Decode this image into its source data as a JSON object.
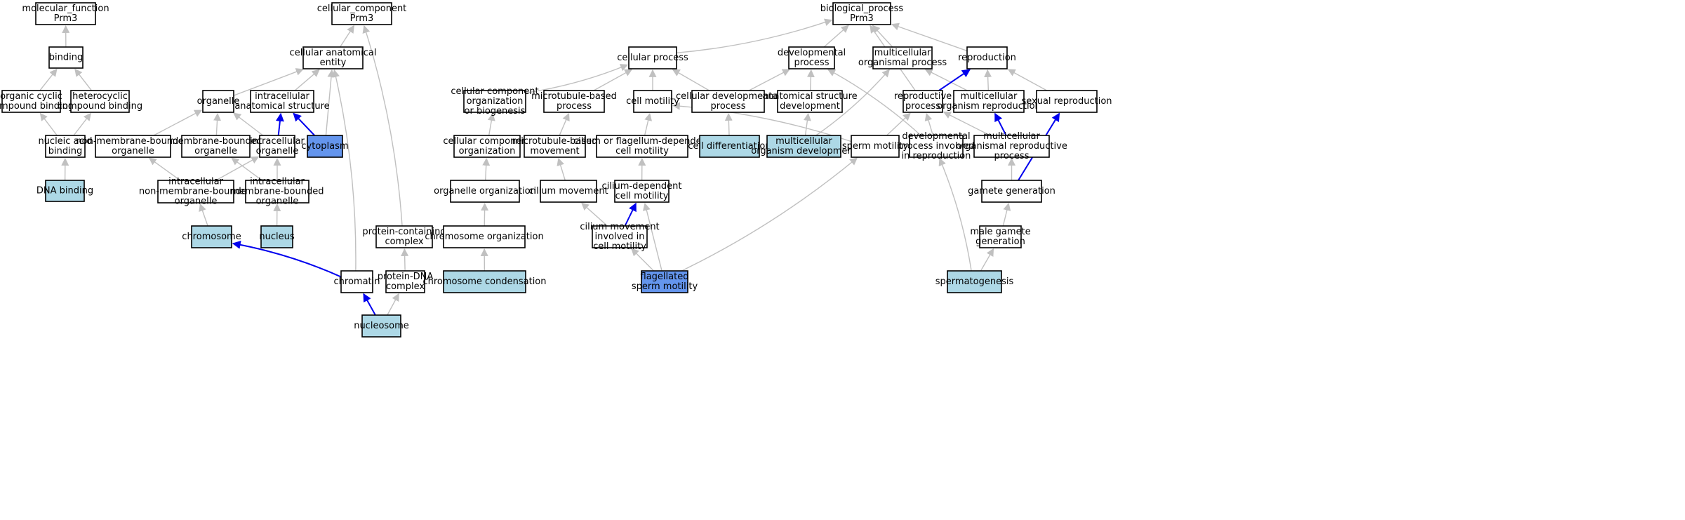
{
  "colors": {
    "plain": "#ffffff",
    "light": "#add8e6",
    "dark": "#6495ed",
    "gray_edge": "#c0c0c0",
    "blue_edge": "#0000ee"
  },
  "nodes": [
    {
      "id": "mf",
      "lines": [
        "molecular_function",
        "Prm3"
      ],
      "fill": "plain"
    },
    {
      "id": "binding",
      "lines": [
        "binding"
      ],
      "fill": "plain"
    },
    {
      "id": "ocb",
      "lines": [
        "organic cyclic",
        "compound binding"
      ],
      "fill": "plain"
    },
    {
      "id": "hcb",
      "lines": [
        "heterocyclic",
        "compound binding"
      ],
      "fill": "plain"
    },
    {
      "id": "nab",
      "lines": [
        "nucleic acid",
        "binding"
      ],
      "fill": "plain"
    },
    {
      "id": "dnab",
      "lines": [
        "DNA binding"
      ],
      "fill": "light"
    },
    {
      "id": "cc",
      "lines": [
        "cellular_component",
        "Prm3"
      ],
      "fill": "plain"
    },
    {
      "id": "cae",
      "lines": [
        "cellular anatomical",
        "entity"
      ],
      "fill": "plain"
    },
    {
      "id": "organelle",
      "lines": [
        "organelle"
      ],
      "fill": "plain"
    },
    {
      "id": "ias",
      "lines": [
        "intracellular",
        "anatomical structure"
      ],
      "fill": "plain"
    },
    {
      "id": "nmbo",
      "lines": [
        "non-membrane-bounded",
        "organelle"
      ],
      "fill": "plain"
    },
    {
      "id": "mbo",
      "lines": [
        "membrane-bounded",
        "organelle"
      ],
      "fill": "plain"
    },
    {
      "id": "io",
      "lines": [
        "intracellular",
        "organelle"
      ],
      "fill": "plain"
    },
    {
      "id": "cytoplasm",
      "lines": [
        "cytoplasm"
      ],
      "fill": "dark"
    },
    {
      "id": "inmbo",
      "lines": [
        "intracellular",
        "non-membrane-bounded",
        "organelle"
      ],
      "fill": "plain"
    },
    {
      "id": "imbo",
      "lines": [
        "intracellular",
        "membrane-bounded",
        "organelle"
      ],
      "fill": "plain"
    },
    {
      "id": "chromosome",
      "lines": [
        "chromosome"
      ],
      "fill": "light"
    },
    {
      "id": "nucleus",
      "lines": [
        "nucleus"
      ],
      "fill": "light"
    },
    {
      "id": "chromatin",
      "lines": [
        "chromatin"
      ],
      "fill": "plain"
    },
    {
      "id": "pcc",
      "lines": [
        "protein-containing",
        "complex"
      ],
      "fill": "plain"
    },
    {
      "id": "pdna",
      "lines": [
        "protein-DNA",
        "complex"
      ],
      "fill": "plain"
    },
    {
      "id": "nucleosome",
      "lines": [
        "nucleosome"
      ],
      "fill": "light"
    },
    {
      "id": "bp",
      "lines": [
        "biological_process",
        "Prm3"
      ],
      "fill": "plain"
    },
    {
      "id": "cp",
      "lines": [
        "cellular process"
      ],
      "fill": "plain"
    },
    {
      "id": "dp",
      "lines": [
        "developmental",
        "process"
      ],
      "fill": "plain"
    },
    {
      "id": "mop",
      "lines": [
        "multicellular",
        "organismal process"
      ],
      "fill": "plain"
    },
    {
      "id": "repro",
      "lines": [
        "reproduction"
      ],
      "fill": "plain"
    },
    {
      "id": "ccob",
      "lines": [
        "cellular component",
        "organization",
        "or biogenesis"
      ],
      "fill": "plain"
    },
    {
      "id": "mtbp",
      "lines": [
        "microtubule-based",
        "process"
      ],
      "fill": "plain"
    },
    {
      "id": "cm",
      "lines": [
        "cell motility"
      ],
      "fill": "plain"
    },
    {
      "id": "cdp",
      "lines": [
        "cellular developmental",
        "process"
      ],
      "fill": "plain"
    },
    {
      "id": "asd",
      "lines": [
        "anatomical structure",
        "development"
      ],
      "fill": "plain"
    },
    {
      "id": "rp",
      "lines": [
        "reproductive",
        "process"
      ],
      "fill": "plain"
    },
    {
      "id": "mor",
      "lines": [
        "multicellular",
        "organism reproduction"
      ],
      "fill": "plain"
    },
    {
      "id": "sr",
      "lines": [
        "sexual reproduction"
      ],
      "fill": "plain"
    },
    {
      "id": "cco",
      "lines": [
        "cellular component",
        "organization"
      ],
      "fill": "plain"
    },
    {
      "id": "mtbm",
      "lines": [
        "microtubule-based",
        "movement"
      ],
      "fill": "plain"
    },
    {
      "id": "cfdcm",
      "lines": [
        "cilium or flagellum-dependent",
        "cell motility"
      ],
      "fill": "plain"
    },
    {
      "id": "celldiff",
      "lines": [
        "cell differentiation"
      ],
      "fill": "light"
    },
    {
      "id": "mod",
      "lines": [
        "multicellular",
        "organism development"
      ],
      "fill": "light"
    },
    {
      "id": "sm",
      "lines": [
        "sperm motility"
      ],
      "fill": "plain"
    },
    {
      "id": "dpir",
      "lines": [
        "developmental",
        "process involved",
        "in reproduction"
      ],
      "fill": "plain"
    },
    {
      "id": "morp",
      "lines": [
        "multicellular",
        "organismal reproductive",
        "process"
      ],
      "fill": "plain"
    },
    {
      "id": "oo",
      "lines": [
        "organelle organization"
      ],
      "fill": "plain"
    },
    {
      "id": "cmov",
      "lines": [
        "cilium movement"
      ],
      "fill": "plain"
    },
    {
      "id": "cdcm",
      "lines": [
        "cilium-dependent",
        "cell motility"
      ],
      "fill": "plain"
    },
    {
      "id": "gg",
      "lines": [
        "gamete generation"
      ],
      "fill": "plain"
    },
    {
      "id": "co",
      "lines": [
        "chromosome organization"
      ],
      "fill": "plain"
    },
    {
      "id": "cmicm",
      "lines": [
        "cilium movement",
        "involved in",
        "cell motility"
      ],
      "fill": "plain"
    },
    {
      "id": "mgg",
      "lines": [
        "male gamete",
        "generation"
      ],
      "fill": "plain"
    },
    {
      "id": "cc2",
      "lines": [
        "chromosome condensation"
      ],
      "fill": "light"
    },
    {
      "id": "fsm",
      "lines": [
        "flagellated",
        "sperm motility"
      ],
      "fill": "dark"
    },
    {
      "id": "sperm",
      "lines": [
        "spermatogenesis"
      ],
      "fill": "light"
    }
  ],
  "edges": [
    {
      "from": "binding",
      "to": "mf",
      "color": "gray"
    },
    {
      "from": "ocb",
      "to": "binding",
      "color": "gray"
    },
    {
      "from": "hcb",
      "to": "binding",
      "color": "gray"
    },
    {
      "from": "nab",
      "to": "ocb",
      "color": "gray"
    },
    {
      "from": "nab",
      "to": "hcb",
      "color": "gray"
    },
    {
      "from": "dnab",
      "to": "nab",
      "color": "gray"
    },
    {
      "from": "cae",
      "to": "cc",
      "color": "gray"
    },
    {
      "from": "organelle",
      "to": "cae",
      "color": "gray"
    },
    {
      "from": "ias",
      "to": "cae",
      "color": "gray"
    },
    {
      "from": "cytoplasm",
      "to": "cae",
      "color": "gray"
    },
    {
      "from": "chromatin",
      "to": "cae",
      "color": "gray"
    },
    {
      "from": "nmbo",
      "to": "organelle",
      "color": "gray"
    },
    {
      "from": "mbo",
      "to": "organelle",
      "color": "gray"
    },
    {
      "from": "io",
      "to": "organelle",
      "color": "gray"
    },
    {
      "from": "io",
      "to": "ias",
      "color": "blue"
    },
    {
      "from": "cytoplasm",
      "to": "ias",
      "color": "blue"
    },
    {
      "from": "inmbo",
      "to": "nmbo",
      "color": "gray"
    },
    {
      "from": "inmbo",
      "to": "io",
      "color": "gray"
    },
    {
      "from": "imbo",
      "to": "mbo",
      "color": "gray"
    },
    {
      "from": "imbo",
      "to": "io",
      "color": "gray"
    },
    {
      "from": "chromosome",
      "to": "inmbo",
      "color": "gray"
    },
    {
      "from": "nucleus",
      "to": "imbo",
      "color": "gray"
    },
    {
      "from": "chromatin",
      "to": "chromosome",
      "color": "blue"
    },
    {
      "from": "nucleosome",
      "to": "chromatin",
      "color": "blue"
    },
    {
      "from": "nucleosome",
      "to": "pdna",
      "color": "gray"
    },
    {
      "from": "pdna",
      "to": "pcc",
      "color": "gray"
    },
    {
      "from": "pcc",
      "to": "cc",
      "color": "gray"
    },
    {
      "from": "cp",
      "to": "bp",
      "color": "gray"
    },
    {
      "from": "dp",
      "to": "bp",
      "color": "gray"
    },
    {
      "from": "mop",
      "to": "bp",
      "color": "gray"
    },
    {
      "from": "repro",
      "to": "bp",
      "color": "gray"
    },
    {
      "from": "rp",
      "to": "bp",
      "color": "gray"
    },
    {
      "from": "ccob",
      "to": "cp",
      "color": "gray"
    },
    {
      "from": "mtbp",
      "to": "cp",
      "color": "gray"
    },
    {
      "from": "cm",
      "to": "cp",
      "color": "gray"
    },
    {
      "from": "cdp",
      "to": "cp",
      "color": "gray"
    },
    {
      "from": "cdp",
      "to": "dp",
      "color": "gray"
    },
    {
      "from": "asd",
      "to": "dp",
      "color": "gray"
    },
    {
      "from": "dpir",
      "to": "dp",
      "color": "gray"
    },
    {
      "from": "mod",
      "to": "mop",
      "color": "gray"
    },
    {
      "from": "mor",
      "to": "mop",
      "color": "gray"
    },
    {
      "from": "rp",
      "to": "repro",
      "color": "blue"
    },
    {
      "from": "mor",
      "to": "repro",
      "color": "gray"
    },
    {
      "from": "sr",
      "to": "repro",
      "color": "gray"
    },
    {
      "from": "cco",
      "to": "ccob",
      "color": "gray"
    },
    {
      "from": "mtbm",
      "to": "mtbp",
      "color": "gray"
    },
    {
      "from": "cfdcm",
      "to": "cm",
      "color": "gray"
    },
    {
      "from": "sm",
      "to": "cm",
      "color": "gray"
    },
    {
      "from": "celldiff",
      "to": "cdp",
      "color": "gray"
    },
    {
      "from": "mod",
      "to": "asd",
      "color": "gray"
    },
    {
      "from": "sm",
      "to": "rp",
      "color": "gray"
    },
    {
      "from": "dpir",
      "to": "rp",
      "color": "gray"
    },
    {
      "from": "morp",
      "to": "rp",
      "color": "gray"
    },
    {
      "from": "morp",
      "to": "mor",
      "color": "blue"
    },
    {
      "from": "gg",
      "to": "sr",
      "color": "blue"
    },
    {
      "from": "oo",
      "to": "cco",
      "color": "gray"
    },
    {
      "from": "cmov",
      "to": "mtbm",
      "color": "gray"
    },
    {
      "from": "cdcm",
      "to": "cfdcm",
      "color": "gray"
    },
    {
      "from": "gg",
      "to": "morp",
      "color": "gray"
    },
    {
      "from": "co",
      "to": "oo",
      "color": "gray"
    },
    {
      "from": "cmicm",
      "to": "cmov",
      "color": "gray"
    },
    {
      "from": "cmicm",
      "to": "cdcm",
      "color": "blue"
    },
    {
      "from": "fsm",
      "to": "cdcm",
      "color": "gray"
    },
    {
      "from": "mgg",
      "to": "gg",
      "color": "gray"
    },
    {
      "from": "cc2",
      "to": "co",
      "color": "gray"
    },
    {
      "from": "fsm",
      "to": "cmicm",
      "color": "gray"
    },
    {
      "from": "fsm",
      "to": "sm",
      "color": "gray"
    },
    {
      "from": "sperm",
      "to": "dpir",
      "color": "gray"
    },
    {
      "from": "sperm",
      "to": "mgg",
      "color": "gray"
    }
  ]
}
